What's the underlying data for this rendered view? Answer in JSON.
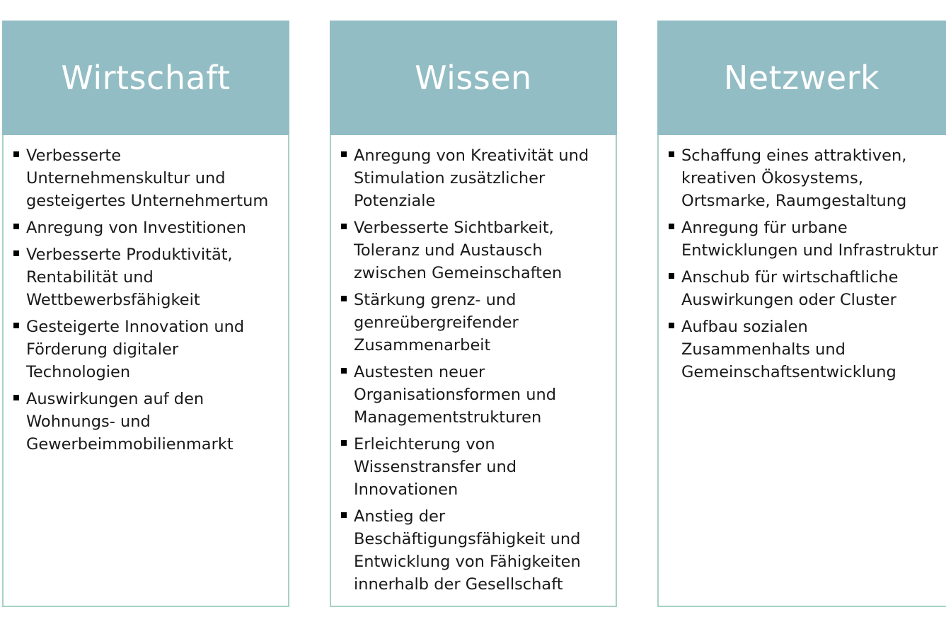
{
  "colors": {
    "header_fill": "#93bdc4",
    "border": "#a9d0c5",
    "header_text": "#ffffff",
    "body_text": "#1a1a1a"
  },
  "columns": [
    {
      "title": "Wirtschaft",
      "items": [
        "Verbesserte Unternehmenskultur und gesteigertes Unternehmertum",
        "Anregung von Investitionen",
        "Verbesserte Produktivität, Rentabilität und Wettbewerbsfähigkeit",
        "Gesteigerte Innovation und Förderung digitaler Technologien",
        "Auswirkungen auf den Wohnungs- und Gewerbeimmobilienmarkt"
      ]
    },
    {
      "title": "Wissen",
      "items": [
        "Anregung von Kreativität und Stimulation zusätzlicher Potenziale",
        "Verbesserte Sichtbarkeit, Toleranz und Austausch zwischen Gemeinschaften",
        "Stärkung grenz- und genreübergreifender Zusammenarbeit",
        "Austesten neuer Organisationsformen und Managementstrukturen",
        "Erleichterung von Wissenstransfer und Innovationen",
        "Anstieg der Beschäftigungsfähigkeit und Entwicklung von Fähigkeiten innerhalb der Gesellschaft"
      ]
    },
    {
      "title": "Netzwerk",
      "items": [
        "Schaffung eines attraktiven, kreativen Ökosystems, Ortsmarke, Raumgestaltung",
        "Anregung für urbane Entwicklungen und Infrastruktur",
        "Anschub für wirtschaftliche Auswirkungen oder Cluster",
        "Aufbau sozialen Zusammenhalts und Gemeinschaftsentwicklung"
      ]
    }
  ]
}
